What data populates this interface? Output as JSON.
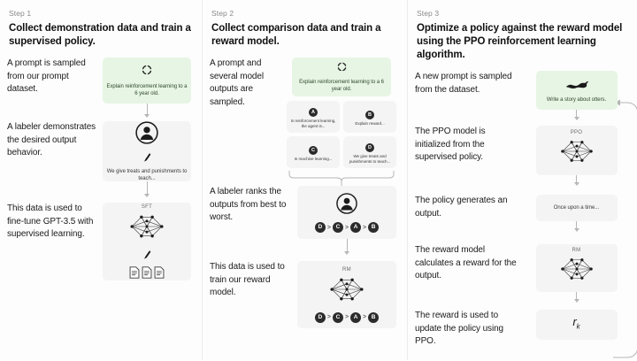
{
  "meta": {
    "title": "Reinforcement Learning from Human Feedback — three step diagram",
    "accent_green": "#e7f5e4",
    "card_gray": "#f4f4f4",
    "arrow_gray": "#b6b6b6"
  },
  "columns": [
    {
      "step_label": "Step 1",
      "title": "Collect demonstration data and train a supervised policy.",
      "rows": [
        {
          "description": "A prompt is sampled from our prompt dataset.",
          "card": {
            "kind": "prompt",
            "style": "green",
            "icon": "circular-arrows-icon",
            "text": "Explain reinforcement learning to a 6 year old."
          }
        },
        {
          "description": "A labeler demonstrates the desired output behavior.",
          "card": {
            "kind": "labeler",
            "style": "gray",
            "icon": "person-icon",
            "sub_icon": "pen-icon",
            "text": "We give treats and punishments to teach..."
          }
        },
        {
          "description": "This data is used to fine-tune GPT-3.5 with supervised learning.",
          "card": {
            "kind": "model",
            "style": "gray",
            "label": "SFT",
            "icon": "neural-network-icon",
            "sub_icon": "pen-icon",
            "extra_icon": "documents-icon"
          }
        }
      ]
    },
    {
      "step_label": "Step 2",
      "title": "Collect comparison data and train a reward model.",
      "rows": [
        {
          "description": "A prompt and several model outputs are sampled.",
          "card": {
            "kind": "prompt",
            "style": "green",
            "icon": "circular-arrows-icon",
            "text": "Explain reinforcement learning to a 6 year old."
          },
          "outputs": [
            {
              "letter": "A",
              "text": "In reinforcement learning, the agent is..."
            },
            {
              "letter": "B",
              "text": "Explain reward..."
            },
            {
              "letter": "C",
              "text": "In machine learning..."
            },
            {
              "letter": "D",
              "text": "We give treats and punishments to teach..."
            }
          ]
        },
        {
          "description": "A labeler ranks the outputs from best to worst.",
          "card": {
            "kind": "labeler",
            "style": "gray",
            "icon": "person-icon"
          },
          "ranking": [
            "D",
            "C",
            "A",
            "B"
          ],
          "ranking_separator": ">"
        },
        {
          "description": "This data is used to train our reward model.",
          "card": {
            "kind": "model",
            "style": "gray",
            "label": "RM",
            "icon": "neural-network-icon"
          },
          "ranking": [
            "D",
            "C",
            "A",
            "B"
          ],
          "ranking_separator": ">"
        }
      ]
    },
    {
      "step_label": "Step 3",
      "title": "Optimize a policy against the reward model using the PPO reinforcement learning algorithm.",
      "rows": [
        {
          "description": "A new prompt is sampled from the dataset.",
          "card": {
            "kind": "prompt",
            "style": "green",
            "icon": "otter-icon",
            "text": "Write a story about otters."
          }
        },
        {
          "description": "The PPO model is initialized from the supervised policy.",
          "card": {
            "kind": "model",
            "style": "gray",
            "label": "PPO",
            "icon": "neural-network-icon"
          }
        },
        {
          "description": "The policy generates an output.",
          "card": {
            "kind": "output",
            "style": "gray",
            "text": "Once upon a time..."
          }
        },
        {
          "description": "The reward model calculates a reward for the output.",
          "card": {
            "kind": "model",
            "style": "gray",
            "label": "RM",
            "icon": "neural-network-icon"
          }
        },
        {
          "description": "The reward is used to update the policy using PPO.",
          "card": {
            "kind": "reward",
            "style": "gray",
            "text": "r",
            "subscript": "k"
          }
        }
      ],
      "feedback_loop": "update-policy-loop-arrow"
    }
  ]
}
